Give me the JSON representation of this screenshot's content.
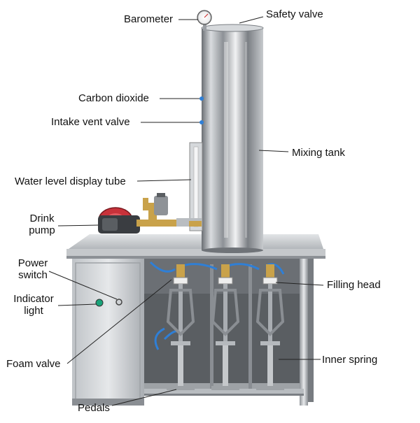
{
  "labels": {
    "barometer": "Barometer",
    "safety_valve": "Safety valve",
    "carbon_dioxide": "Carbon dioxide",
    "intake_vent_valve": "Intake vent valve",
    "mixing_tank": "Mixing tank",
    "water_level_display_tube": "Water level display tube",
    "drink_pump_line1": "Drink",
    "drink_pump_line2": "pump",
    "power_switch_line1": "Power",
    "power_switch_line2": "switch",
    "indicator_light_line1": "Indicator",
    "indicator_light_line2": "light",
    "filling_head": "Filling head",
    "foam_valve": "Foam valve",
    "inner_spring": "Inner spring",
    "pedals": "Pedals"
  },
  "colors": {
    "steel_light": "#e4e6e8",
    "steel_mid": "#a9adb2",
    "steel_dark": "#55595e",
    "brass": "#c9a24a",
    "hose_blue": "#2f7fd6",
    "pump_red": "#c8323a",
    "leader_line": "#222222"
  }
}
